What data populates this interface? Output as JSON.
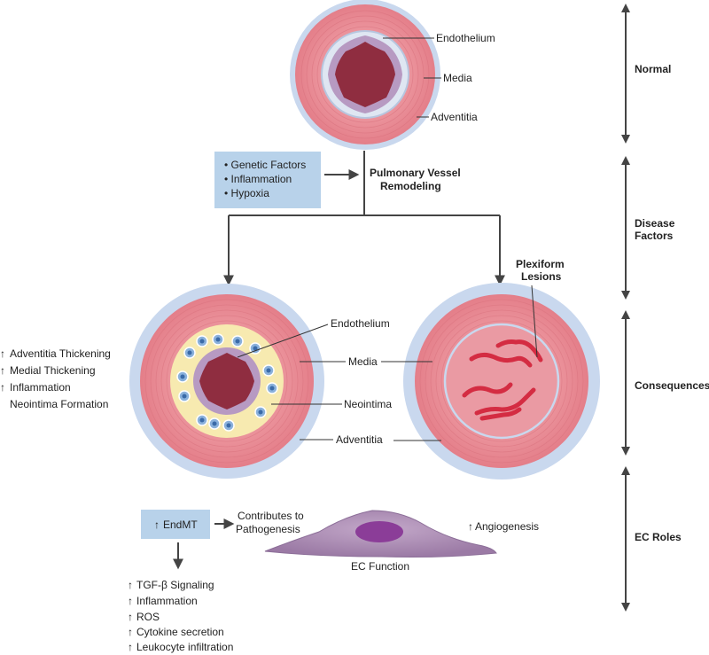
{
  "labels": {
    "endothelium": "Endothelium",
    "media": "Media",
    "adventitia": "Adventitia",
    "neointima": "Neointima",
    "remodeling": [
      "Pulmonary Vessel",
      "Remodeling"
    ],
    "plexiform": [
      "Plexiform",
      "Lesions"
    ]
  },
  "factors": [
    "• Genetic Factors",
    "• Inflammation",
    "• Hypoxia"
  ],
  "consequences": [
    {
      "arrow": true,
      "text": "Adventitia Thickening"
    },
    {
      "arrow": true,
      "text": "Medial Thickening"
    },
    {
      "arrow": true,
      "text": "Inflammation"
    },
    {
      "arrow": false,
      "text": "Neointima Formation"
    }
  ],
  "ec": {
    "endmt": "EndMT",
    "contributes": [
      "Contributes to",
      "Pathogenesis"
    ],
    "angiogenesis": "Angiogenesis",
    "function": "EC Function",
    "effects": [
      "TGF-β Signaling",
      "Inflammation",
      "ROS",
      "Cytokine secretion",
      "Leukocyte infiltration"
    ]
  },
  "sidebar": [
    {
      "label": [
        "Normal"
      ]
    },
    {
      "label": [
        "Disease",
        "Factors"
      ]
    },
    {
      "label": [
        "Consequences"
      ]
    },
    {
      "label": [
        "EC Roles"
      ]
    }
  ],
  "colors": {
    "adventitia": "#c9d8ee",
    "media": "#e98e98",
    "lumen": "#8f2d40",
    "neointima": "#f7eab0",
    "lesion": "#d42c42",
    "box": "#b8d2ea",
    "cell": "#a98bb2",
    "nucleus": "#8b3d98"
  }
}
